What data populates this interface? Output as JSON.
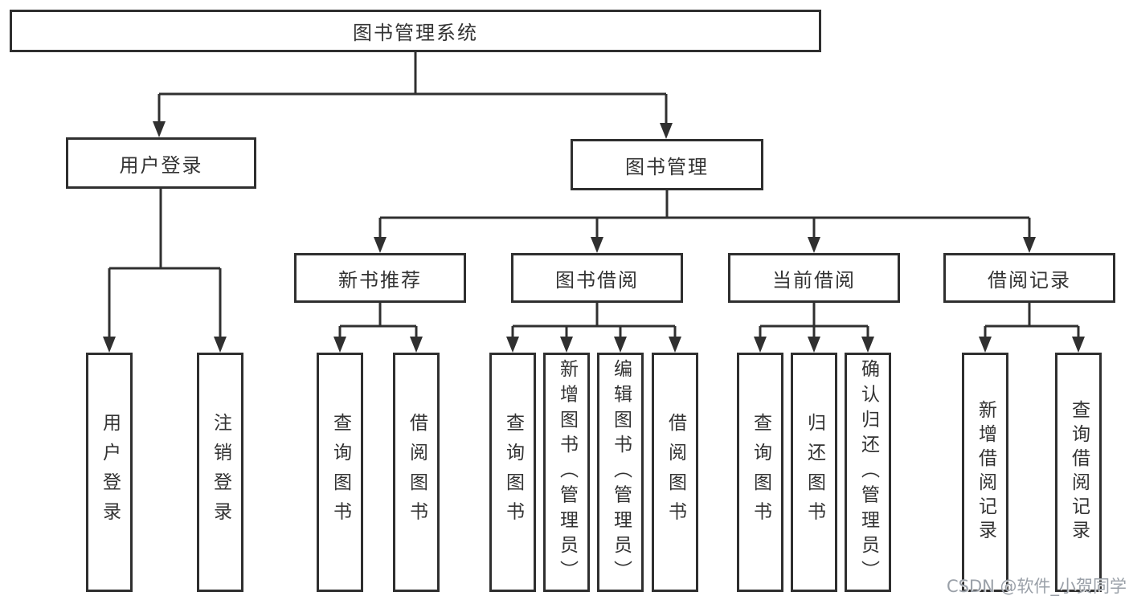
{
  "colors": {
    "line": "#303030",
    "box_border": "#2f2f2f",
    "box_background": "#ffffff",
    "text": "#333333",
    "watermark": "#9aa0a8"
  },
  "watermark": {
    "text": "CSDN @软件_小贺同学"
  },
  "tree": {
    "root": {
      "label": "图书管理系统"
    },
    "branches": [
      {
        "label": "用户登录",
        "children": [
          {
            "label": "用户登录"
          },
          {
            "label": "注销登录"
          }
        ]
      },
      {
        "label": "图书管理",
        "children": [
          {
            "label": "新书推荐",
            "children": [
              {
                "label": "查询图书"
              },
              {
                "label": "借阅图书"
              }
            ]
          },
          {
            "label": "图书借阅",
            "children": [
              {
                "label": "查询图书"
              },
              {
                "label": "新增图书（管理员）"
              },
              {
                "label": "编辑图书（管理员）"
              },
              {
                "label": "借阅图书"
              }
            ]
          },
          {
            "label": "当前借阅",
            "children": [
              {
                "label": "查询图书"
              },
              {
                "label": "归还图书"
              },
              {
                "label": "确认归还（管理员）"
              }
            ]
          },
          {
            "label": "借阅记录",
            "children": [
              {
                "label": "新增借阅记录"
              },
              {
                "label": "查询借阅记录"
              }
            ]
          }
        ]
      }
    ]
  }
}
